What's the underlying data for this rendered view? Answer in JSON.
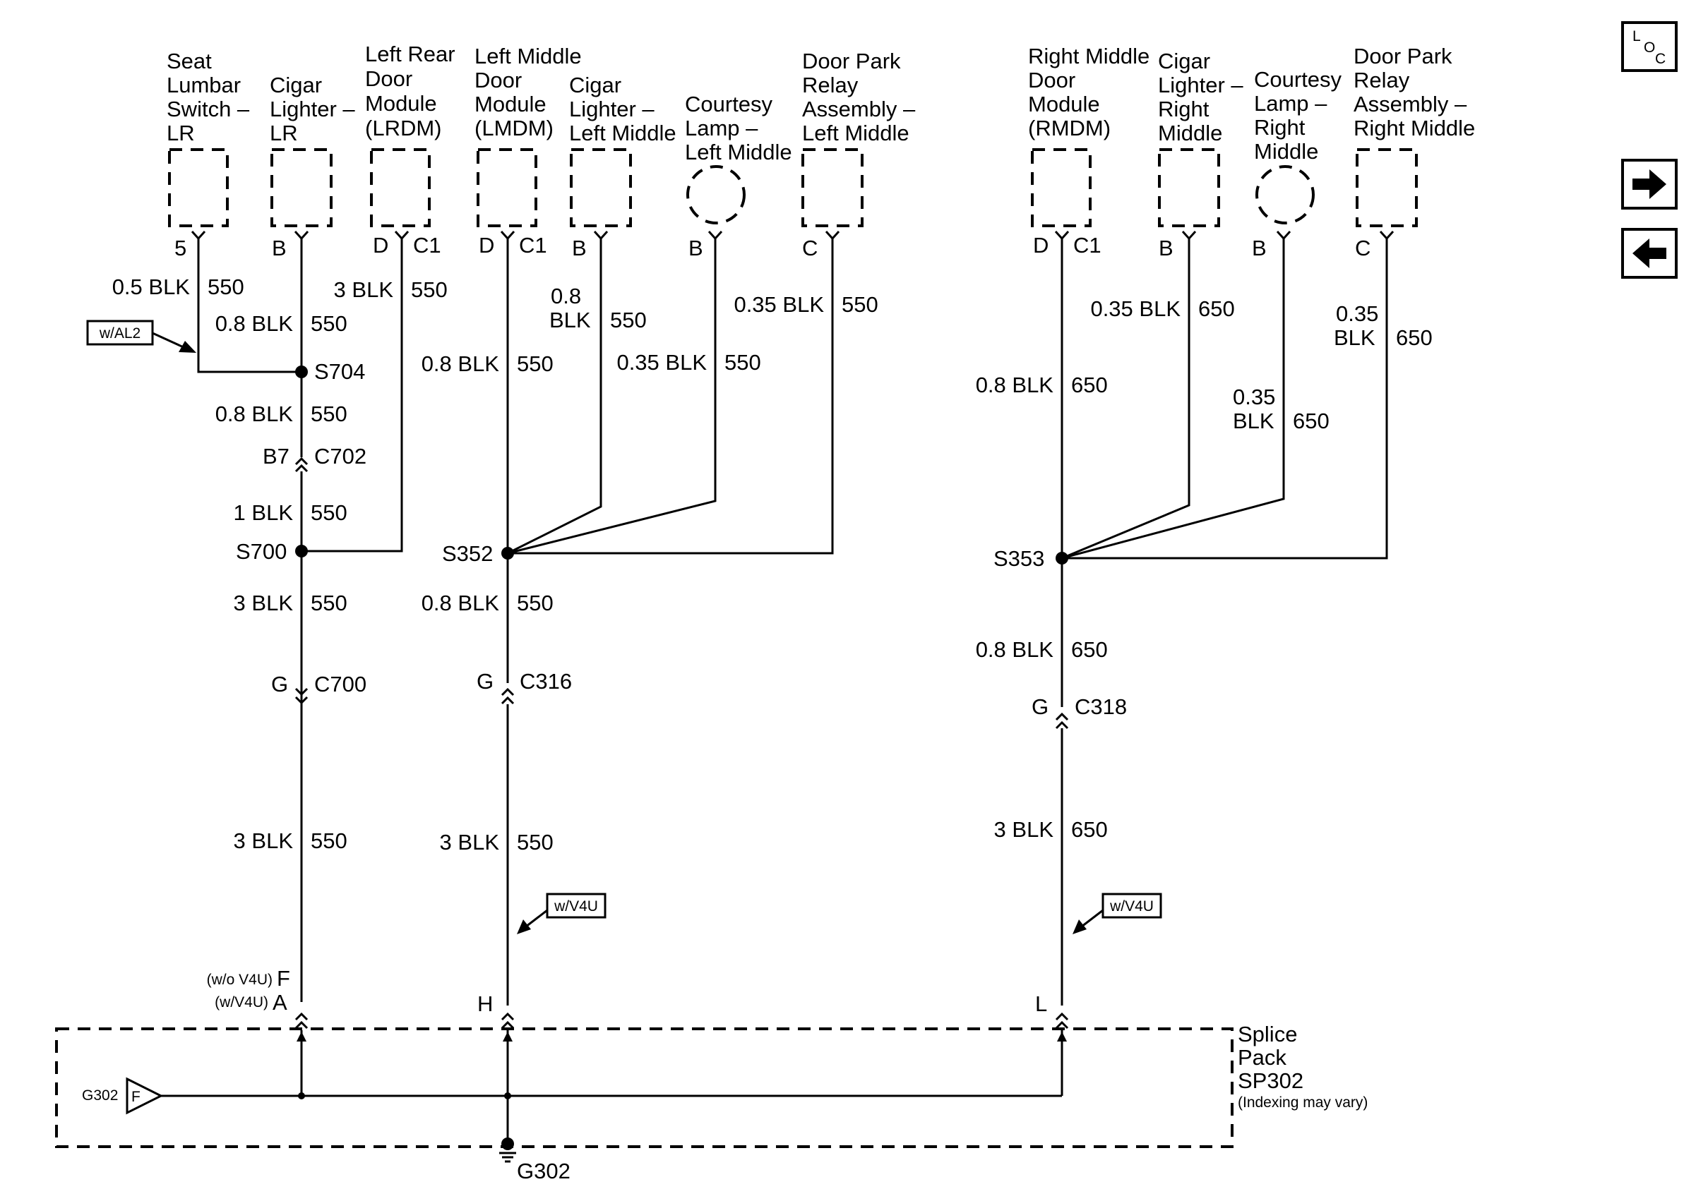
{
  "nav": {
    "loc": {
      "l": "L",
      "o": "O",
      "c": "C"
    }
  },
  "components": {
    "seat_lumbar": [
      "Seat",
      "Lumbar",
      "Switch –",
      "LR"
    ],
    "cigar_lr": [
      "Cigar",
      "Lighter –",
      "LR"
    ],
    "lrdm": [
      "Left Rear",
      "Door",
      "Module",
      "(LRDM)"
    ],
    "lmdm": [
      "Left Middle",
      "Door",
      "Module",
      "(LMDM)"
    ],
    "cigar_lm": [
      "Cigar",
      "Lighter –",
      "Left Middle"
    ],
    "courtesy_lm": [
      "Courtesy",
      "Lamp –",
      "Left Middle"
    ],
    "dpr_lm": [
      "Door Park",
      "Relay",
      "Assembly –",
      "Left Middle"
    ],
    "rmdm": [
      "Right Middle",
      "Door",
      "Module",
      "(RMDM)"
    ],
    "cigar_rm": [
      "Cigar",
      "Lighter –",
      "Right",
      "Middle"
    ],
    "courtesy_rm": [
      "Courtesy",
      "Lamp –",
      "Right",
      "Middle"
    ],
    "dpr_rm": [
      "Door Park",
      "Relay",
      "Assembly –",
      "Right Middle"
    ]
  },
  "pins": {
    "seat_lumbar": "5",
    "cigar_lr": "B",
    "lrdm_pin": "D",
    "lrdm_conn": "C1",
    "lmdm_pin": "D",
    "lmdm_conn": "C1",
    "cigar_lm": "B",
    "courtesy_lm": "B",
    "dpr_lm": "C",
    "rmdm_pin": "D",
    "rmdm_conn": "C1",
    "cigar_rm": "B",
    "courtesy_rm": "B",
    "dpr_rm": "C"
  },
  "wires": {
    "seat_lumbar": {
      "size": "0.5 BLK",
      "circuit": "550"
    },
    "cigar_lr": {
      "size": "0.8 BLK",
      "circuit": "550"
    },
    "lrdm": {
      "size": "3 BLK",
      "circuit": "550"
    },
    "s704_c702": {
      "size": "0.8 BLK",
      "circuit": "550"
    },
    "c702_s700": {
      "size": "1 BLK",
      "circuit": "550"
    },
    "s700_c700": {
      "size": "3 BLK",
      "circuit": "550"
    },
    "c700_sp": {
      "size": "3 BLK",
      "circuit": "550"
    },
    "lmdm": {
      "size": "0.8 BLK",
      "circuit": "550"
    },
    "cigar_lm": {
      "size_a": "0.8",
      "size_b": "BLK",
      "circuit": "550"
    },
    "courtesy_lm": {
      "size": "0.35 BLK",
      "circuit": "550"
    },
    "dpr_lm": {
      "size": "0.35 BLK",
      "circuit": "550"
    },
    "s352_c316": {
      "size": "0.8 BLK",
      "circuit": "550"
    },
    "c316_sp": {
      "size": "3 BLK",
      "circuit": "550"
    },
    "rmdm": {
      "size": "0.8 BLK",
      "circuit": "650"
    },
    "cigar_rm": {
      "size": "0.35 BLK",
      "circuit": "650"
    },
    "courtesy_rm": {
      "size_a": "0.35",
      "size_b": "BLK",
      "circuit": "650"
    },
    "dpr_rm": {
      "size_a": "0.35",
      "size_b": "BLK",
      "circuit": "650"
    },
    "s353_c318": {
      "size": "0.8 BLK",
      "circuit": "650"
    },
    "c318_sp": {
      "size": "3 BLK",
      "circuit": "650"
    }
  },
  "splices": {
    "s704": "S704",
    "s700": "S700",
    "s352": "S352",
    "s353": "S353"
  },
  "connectors": {
    "c702": {
      "pin": "B7",
      "name": "C702"
    },
    "c700": {
      "pin": "G",
      "name": "C700"
    },
    "c316": {
      "pin": "G",
      "name": "C316"
    },
    "c318": {
      "pin": "G",
      "name": "C318"
    }
  },
  "options": {
    "al2": "w/AL2",
    "v4u_left": "w/V4U",
    "v4u_right": "w/V4U"
  },
  "splice_pack": {
    "pin_a_note": "(w/o V4U)",
    "pin_a": "F",
    "pin_b_note": "(w/V4U)",
    "pin_b": "A",
    "pin_h": "H",
    "pin_l": "L",
    "title": [
      "Splice",
      "Pack",
      "SP302"
    ],
    "note": "(Indexing may vary)",
    "ground_pin": "F",
    "ground_left": "G302",
    "ground_bottom": "G302"
  }
}
